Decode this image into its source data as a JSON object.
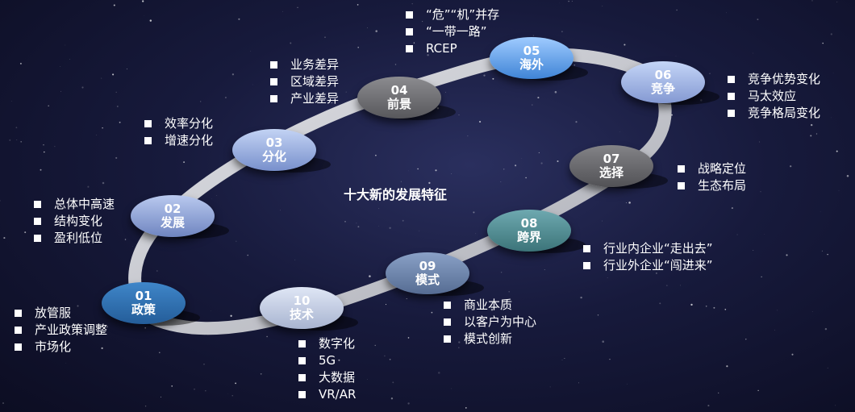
{
  "title": "十大新的发展特征",
  "colors": {
    "ring": "#c9cacf",
    "light_blue": "#9ab3e3",
    "bright_blue": "#5b9ee6",
    "dark_blue": "#2f6fb0",
    "gray": "#6e6e72",
    "teal": "#4e8f96",
    "steel": "#6c83a8"
  },
  "nodes": [
    {
      "num": "01",
      "label": "政策",
      "items": [
        "放管服",
        "产业政策调整",
        "市场化"
      ]
    },
    {
      "num": "02",
      "label": "发展",
      "items": [
        "总体中高速",
        "结构变化",
        "盈利低位"
      ]
    },
    {
      "num": "03",
      "label": "分化",
      "items": [
        "效率分化",
        "增速分化"
      ]
    },
    {
      "num": "04",
      "label": "前景",
      "items": [
        "业务差异",
        "区域差异",
        "产业差异"
      ]
    },
    {
      "num": "05",
      "label": "海外",
      "items": [
        "“危”“机”并存",
        "“一带一路”",
        "RCEP"
      ]
    },
    {
      "num": "06",
      "label": "竞争",
      "items": [
        "竞争优势变化",
        "马太效应",
        "竞争格局变化"
      ]
    },
    {
      "num": "07",
      "label": "选择",
      "items": [
        "战略定位",
        "生态布局"
      ]
    },
    {
      "num": "08",
      "label": "跨界",
      "items": [
        "行业内企业“走出去”",
        "行业外企业“闯进来”"
      ]
    },
    {
      "num": "09",
      "label": "模式",
      "items": [
        "商业本质",
        "以客户为中心",
        "模式创新"
      ]
    },
    {
      "num": "10",
      "label": "技术",
      "items": [
        "数字化",
        "5G",
        "大数据",
        "VR/AR"
      ]
    }
  ]
}
